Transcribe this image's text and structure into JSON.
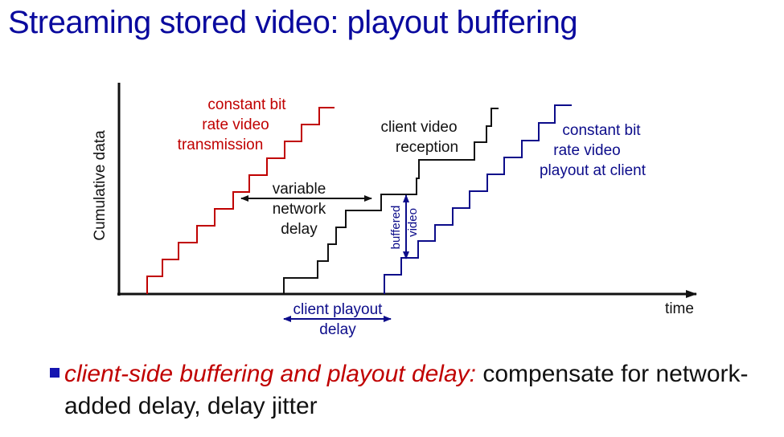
{
  "title": "Streaming stored video: playout buffering",
  "diagram": {
    "y_axis_label": "Cumulative data",
    "x_axis_label": "time",
    "transmission_label": [
      "constant bit",
      "rate video",
      "transmission"
    ],
    "reception_label": [
      "client video",
      "reception"
    ],
    "playout_label": [
      "constant bit",
      "rate video",
      "playout at client"
    ],
    "network_delay_label": [
      "variable",
      "network",
      "delay"
    ],
    "buffered_label": [
      "buffered",
      "video"
    ],
    "playout_delay_label": [
      "client playout",
      "delay"
    ],
    "colors": {
      "transmission": "#c00000",
      "reception": "#111111",
      "playout": "#0c0c8a",
      "title": "#0a0a9e"
    }
  },
  "bullet": {
    "emphasis": "client-side buffering and playout delay:",
    "text": " compensate for network-added delay, delay jitter"
  }
}
